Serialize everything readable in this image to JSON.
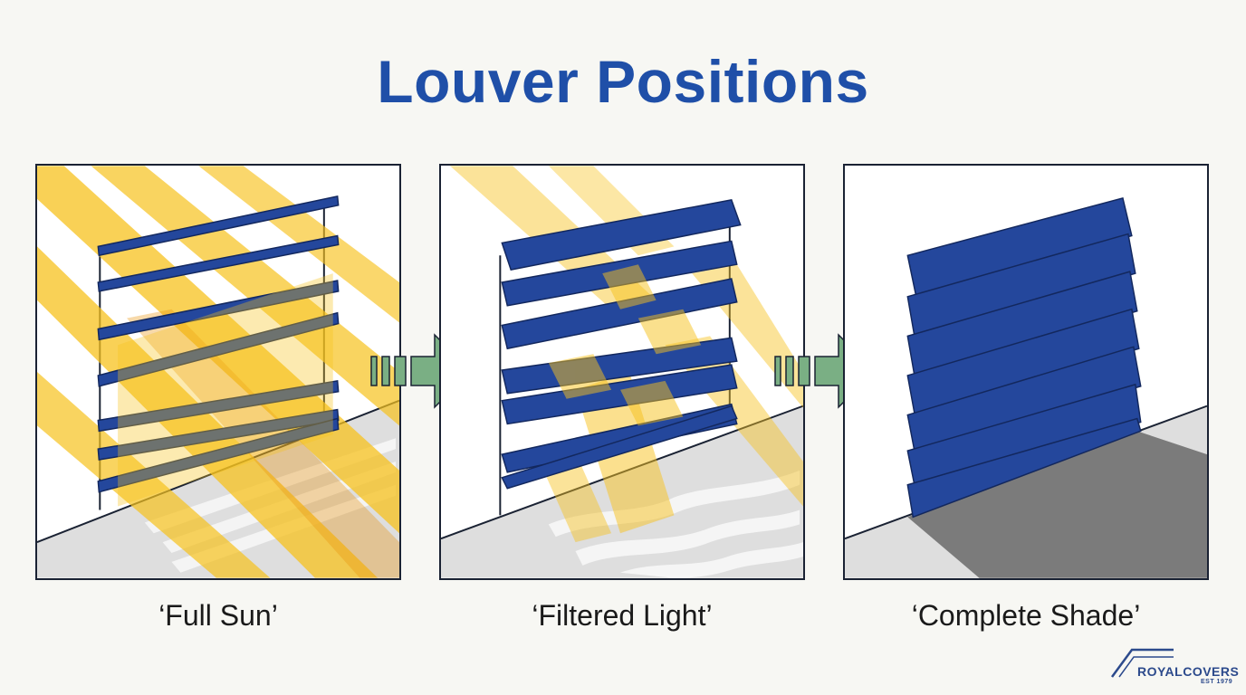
{
  "title": "Louver Positions",
  "panels": [
    {
      "caption": "‘Full Sun’"
    },
    {
      "caption": "‘Filtered Light’"
    },
    {
      "caption": "‘Complete Shade’"
    }
  ],
  "logo": {
    "name_part1": "ROYAL",
    "name_part2": "COVERS",
    "established": "EST 1979"
  },
  "colors": {
    "title": "#1f4fa8",
    "louver": "#24479c",
    "louver_outline": "#13285e",
    "sun_ray": "#f7c21d",
    "sun_ray_dark": "#e8930c",
    "arrow_fill": "#7aaf84",
    "floor": "#d9d9d9",
    "shadow": "#7b7b7b"
  }
}
